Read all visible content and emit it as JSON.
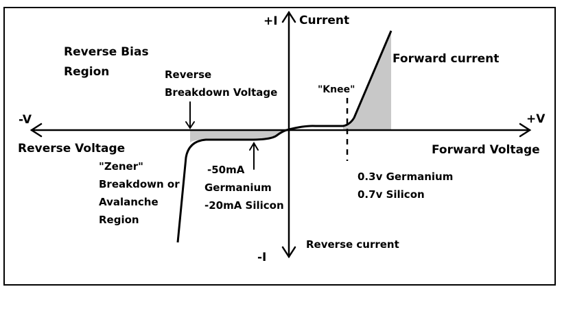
{
  "axes": {
    "y_top": "+I",
    "y_top_label": "Current",
    "y_bottom": "-I",
    "y_bottom_label": "Reverse current",
    "x_left": "-V",
    "x_left_label": "Reverse Voltage",
    "x_right": "+V",
    "x_right_label": "Forward Voltage"
  },
  "regions": {
    "reverse_bias": [
      "Reverse Bias",
      "Region"
    ],
    "forward_current": "Forward current",
    "zener": [
      "\"Zener\"",
      "Breakdown or",
      "Avalanche",
      "Region"
    ]
  },
  "annotations": {
    "reverse_breakdown": [
      "Reverse",
      "Breakdown Voltage"
    ],
    "knee": "\"Knee\"",
    "reverse_leakage": [
      "-50mA",
      "Germanium",
      "-20mA Silicon"
    ],
    "forward_voltage_drop": [
      "0.3v Germanium",
      "0.7v Silicon"
    ]
  },
  "colors": {
    "line": "#000000",
    "shade": "#c8c8c8"
  }
}
